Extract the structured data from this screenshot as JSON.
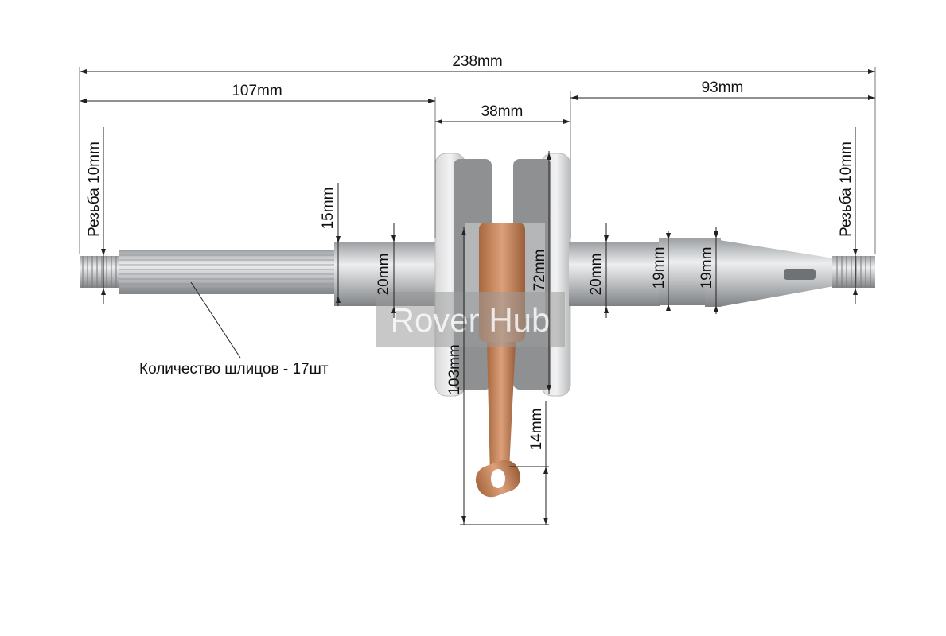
{
  "dimensions": {
    "total_length": "238mm",
    "left_shaft_length": "107mm",
    "crank_width": "38mm",
    "right_shaft_length": "93mm",
    "left_thread": "Резьба 10mm",
    "right_thread": "Резьба 10mm",
    "spline_diameter": "15mm",
    "left_journal_diameter": "20mm",
    "flywheel_diameter": "72mm",
    "right_journal_diameter": "20mm",
    "right_step_1_diameter": "19mm",
    "right_step_2_diameter": "19mm",
    "conrod_length": "103mm",
    "small_end_diameter": "14mm"
  },
  "callouts": {
    "spline_count": "Количество шлицов - 17шт"
  },
  "watermark": "Rover Hub",
  "colors": {
    "steel": "#c9cbcd",
    "cast_iron": "#8c8d8f",
    "bronze": "#c98a5a",
    "watermark_bg": "#9a9a9a"
  }
}
